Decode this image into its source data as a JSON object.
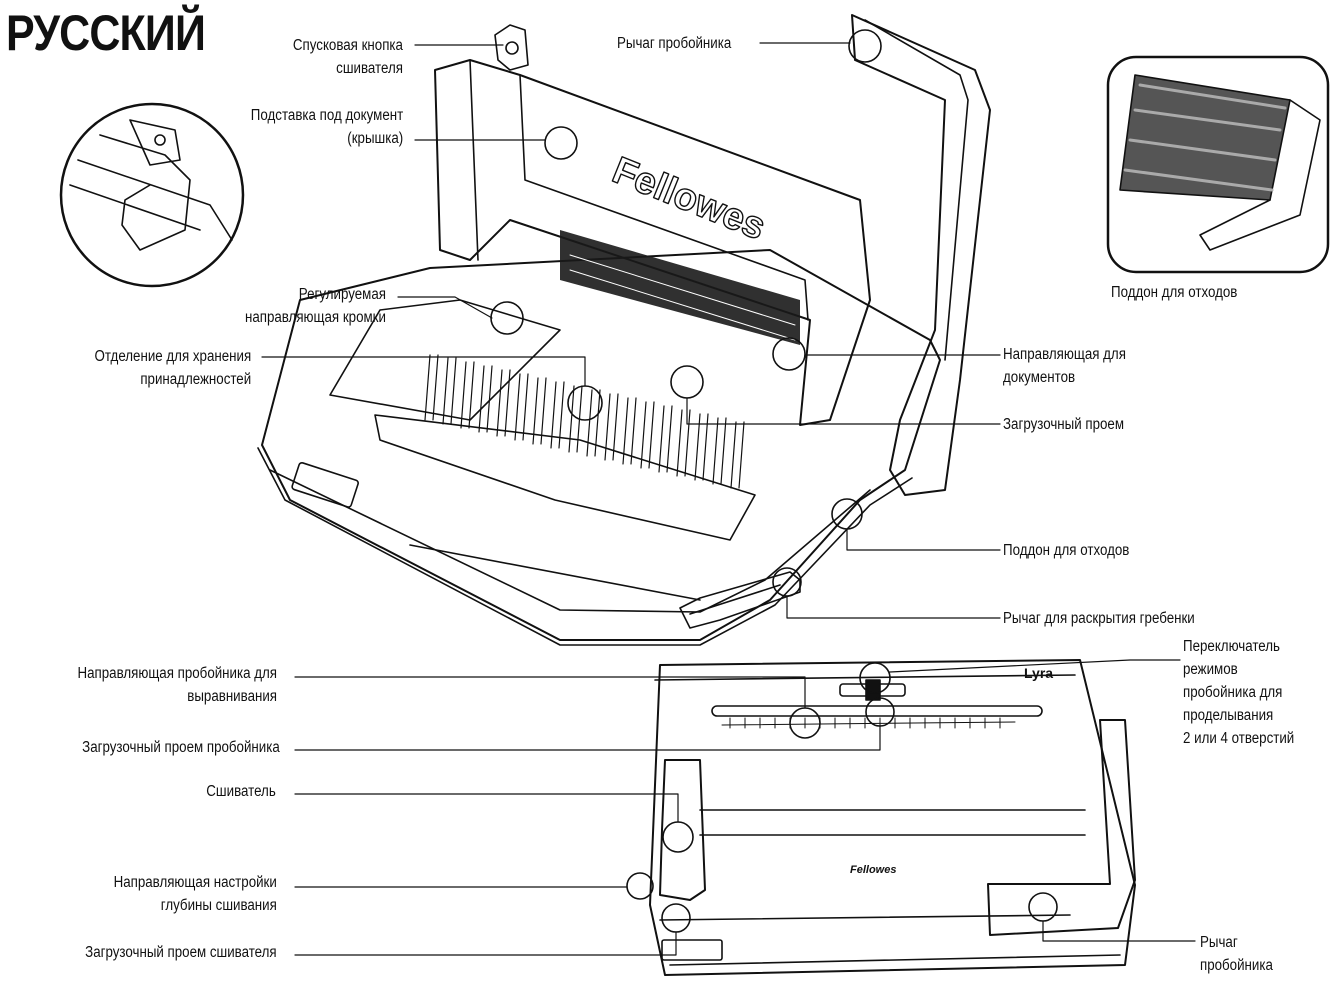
{
  "page_title": "РУССКИЙ",
  "brand": {
    "fellowes": "Fellowes",
    "model": "Lyra"
  },
  "callouts": [
    {
      "id": "staple-release",
      "text": "Спусковая кнопка\nсшивателя"
    },
    {
      "id": "document-rest",
      "text": "Подставка под документ\n(крышка)"
    },
    {
      "id": "edge-guide",
      "text": "Регулируемая\nнаправляющая кромки"
    },
    {
      "id": "accessory-storage",
      "text": "Отделение для хранения\nпринадлежностей"
    },
    {
      "id": "punch-handle-top",
      "text": "Рычаг пробойника"
    },
    {
      "id": "document-guide",
      "text": "Направляющая для\nдокументов"
    },
    {
      "id": "feed-opening",
      "text": "Загрузочный проем"
    },
    {
      "id": "waste-tray",
      "text": "Поддон для отходов"
    },
    {
      "id": "comb-opener",
      "text": "Рычаг для раскрытия гребенки"
    },
    {
      "id": "waste-tray-inset",
      "text": "Поддон для отходов"
    },
    {
      "id": "punch-alignment-guide",
      "text": "Направляющая пробойника для\nвыравнивания"
    },
    {
      "id": "punch-feed-opening",
      "text": "Загрузочный проем пробойника"
    },
    {
      "id": "stapler",
      "text": "Сшиватель"
    },
    {
      "id": "staple-depth-guide",
      "text": "Направляющая настройки\nглубины сшивания"
    },
    {
      "id": "stapler-feed-opening",
      "text": "Загрузочный проем сшивателя"
    },
    {
      "id": "punch-mode-switch",
      "text": "Переключатель\nрежимов\nпробойника для\nпроделывания\n2 или 4 отверстий"
    },
    {
      "id": "punch-handle-bottom",
      "text": "Рычаг пробойника"
    }
  ]
}
